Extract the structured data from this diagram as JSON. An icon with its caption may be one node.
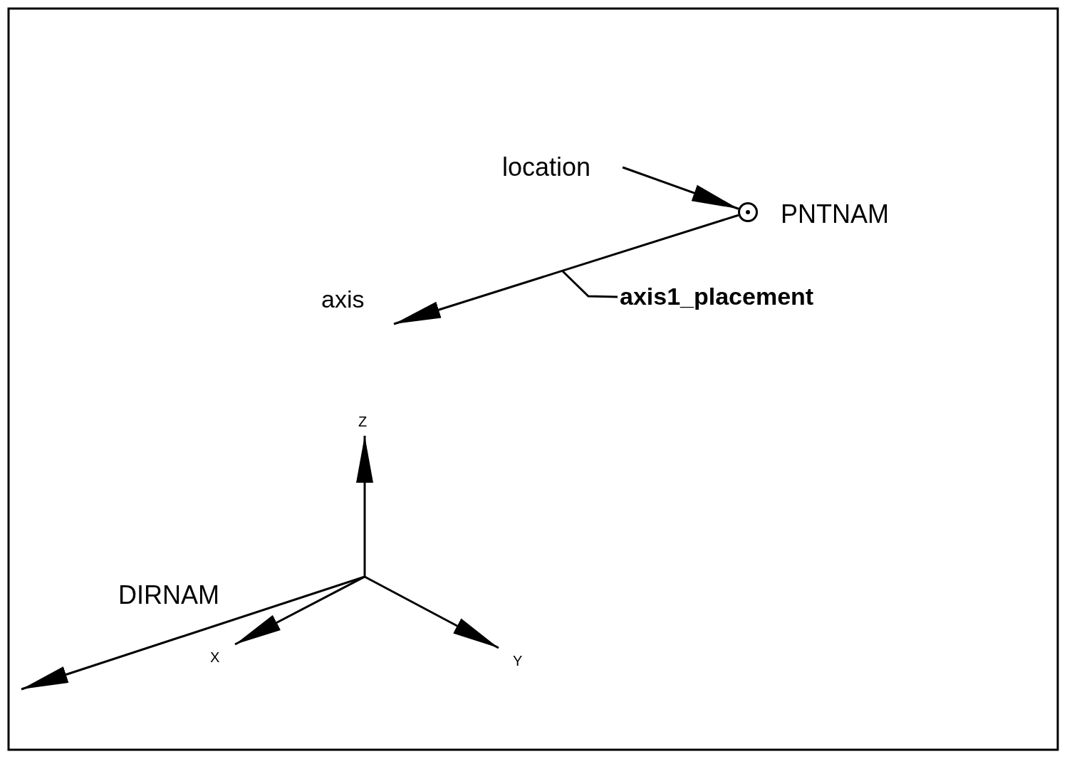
{
  "diagram": {
    "nodes": [
      {
        "text": [
          "location"
        ]
      },
      {
        "text": [],
        "shape": "circle",
        "beside": [
          "PNTNAM"
        ]
      },
      {
        "text": [
          "axis1_placement"
        ]
      }
    ],
    "edges": [
      {
        "from": 0,
        "to": 1,
        "arrow": "to"
      },
      {
        "from": 1,
        "to": null,
        "arrow": "to"
      },
      {
        "from": 2,
        "to": null,
        "arrow": "none"
      }
    ],
    "labels": [
      "axis",
      "Z",
      "DIRNAM",
      "X",
      "Y"
    ]
  }
}
